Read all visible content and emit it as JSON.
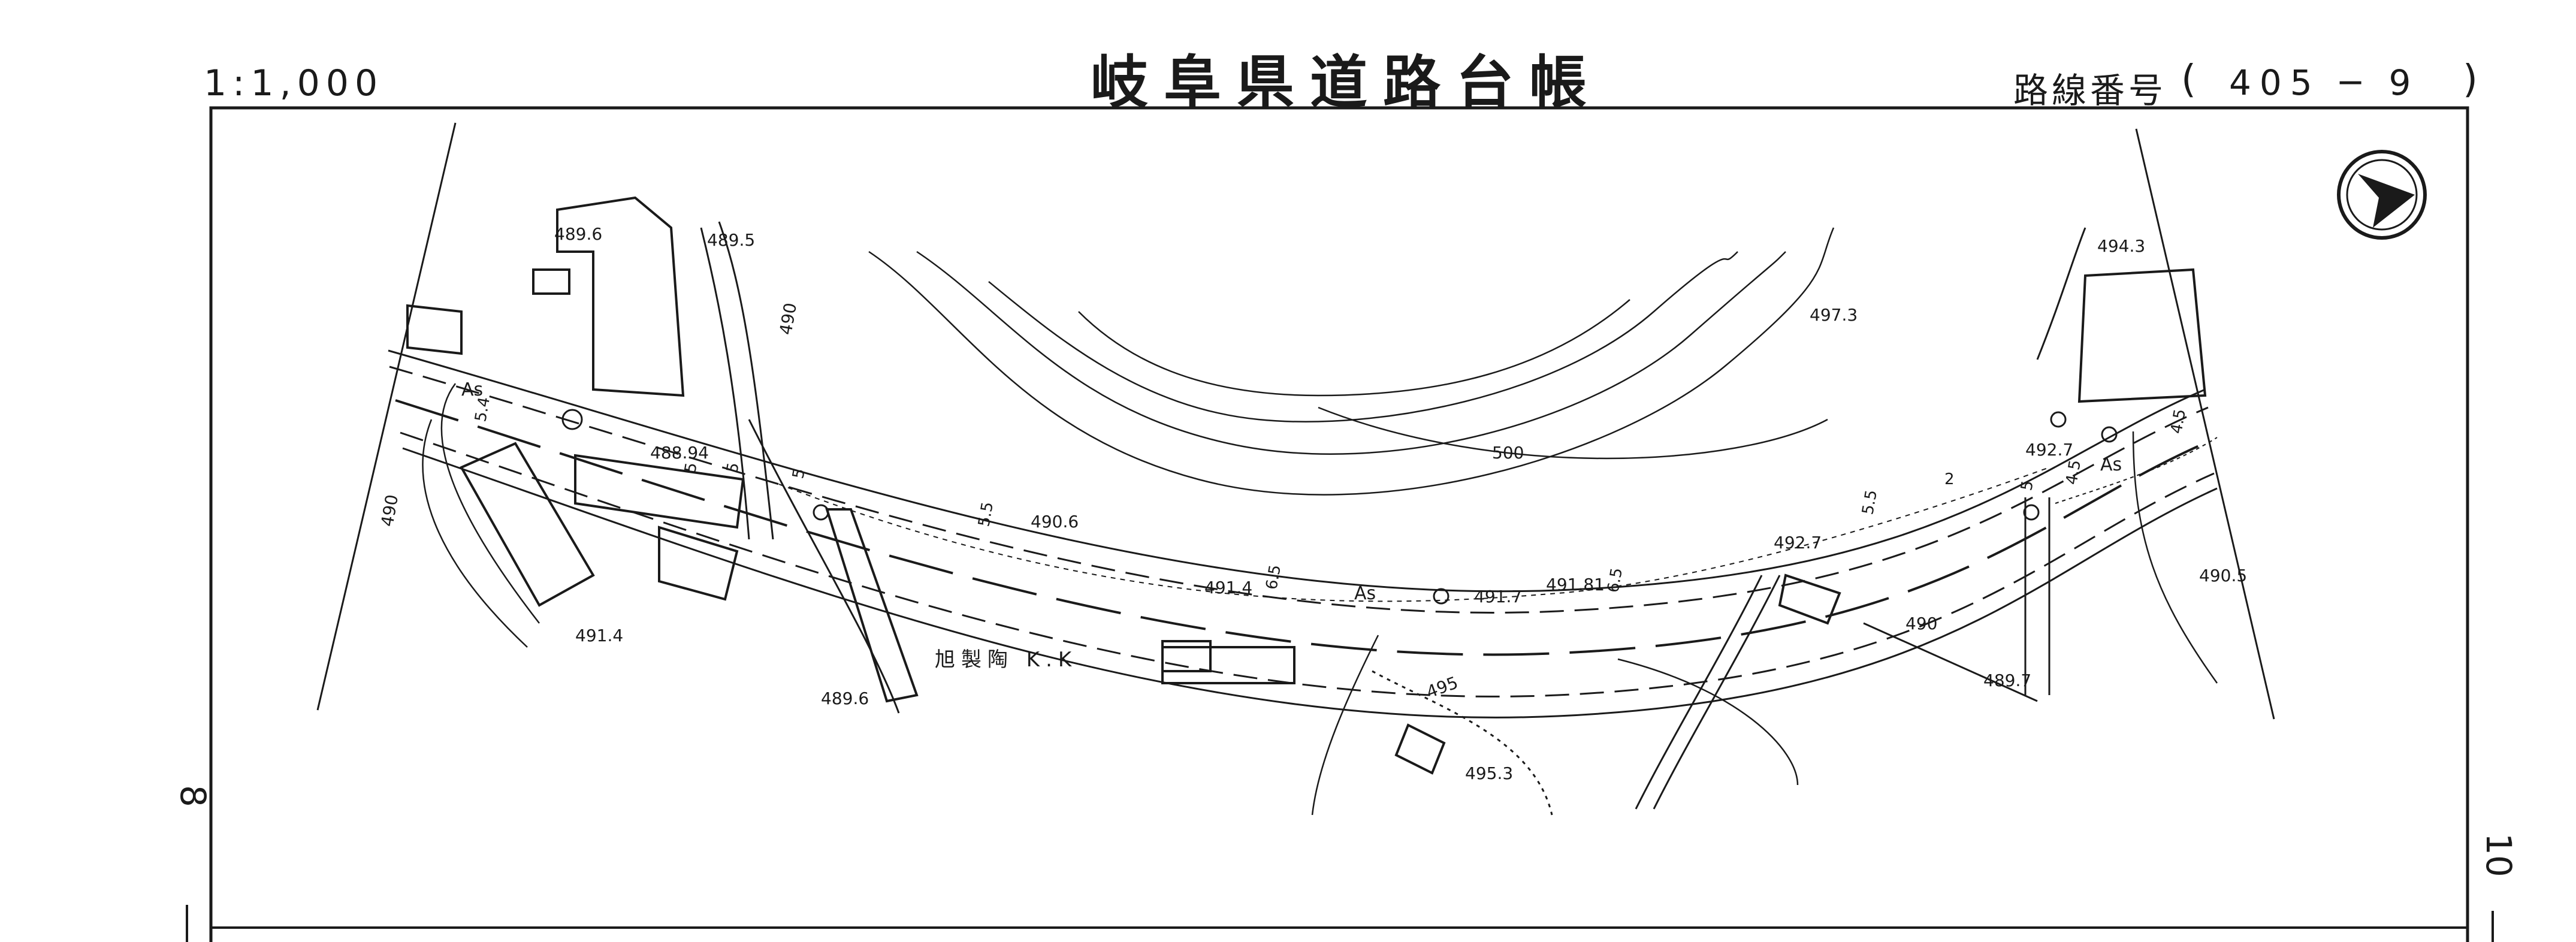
{
  "header": {
    "scale": "1:1,000",
    "title": "岐阜県道路台帳",
    "route_label": "路線番号",
    "route_open": "(",
    "route_value": "405 ─ 9",
    "route_close": ")"
  },
  "page_marks": {
    "left": "8",
    "right": "10"
  },
  "map": {
    "company_label": "旭製陶 K.K",
    "surface_label": "As",
    "north_arrow_icon": "north-arrow-icon",
    "elevations": [
      "489.6",
      "489.5",
      "490",
      "488.94",
      "490",
      "491.4",
      "489.6",
      "490.6",
      "491.4",
      "491.7",
      "491.81",
      "492.7",
      "492.7",
      "497.3",
      "500",
      "494.3",
      "490.5",
      "490",
      "489.7",
      "495",
      "495.3"
    ],
    "widths": [
      "5.4",
      "5",
      "5",
      "5.5",
      "6.5",
      "6.5",
      "5.5",
      "5",
      "4.5",
      "4.5",
      "2",
      "5"
    ],
    "colors": {
      "ink": "#1a1a1a",
      "background": "#ffffff"
    }
  }
}
